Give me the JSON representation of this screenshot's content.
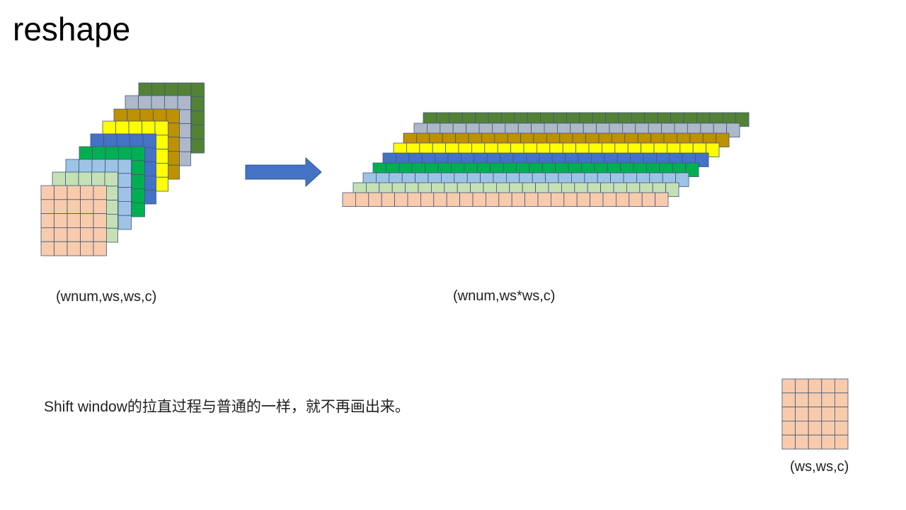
{
  "title": "reshape",
  "labels": {
    "stack": "(wnum,ws,ws,c)",
    "flat": "(wnum,ws*ws,c)",
    "single": "(ws,ws,c)"
  },
  "note": "Shift window的拉直过程与普通的一样，就不再画出来。",
  "layer_colors": [
    "#f8cbad",
    "#c5e0b4",
    "#9dc3e6",
    "#00b050",
    "#4472c4",
    "#ffff00",
    "#bf9000",
    "#adb9ca",
    "#548235"
  ],
  "arrow_color": "#4472c4",
  "grid": {
    "rows": 5,
    "cols": 5,
    "flat_cells": 25
  }
}
